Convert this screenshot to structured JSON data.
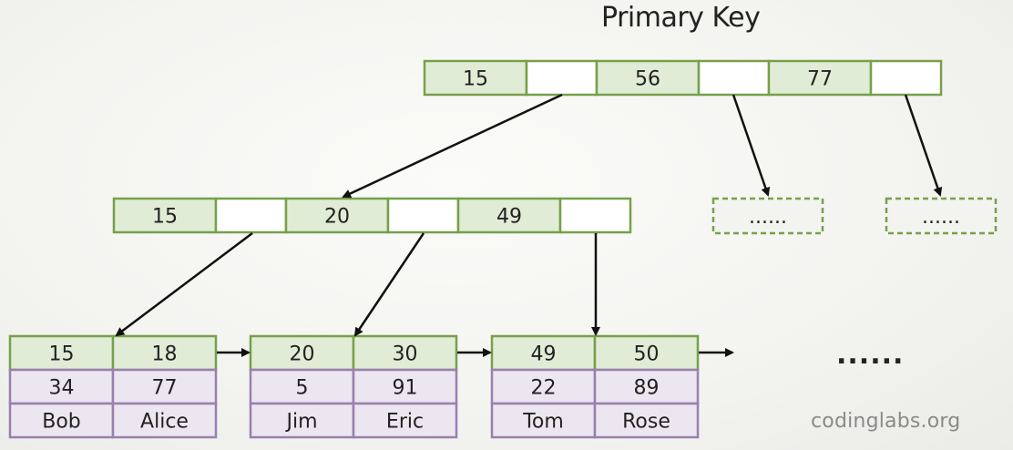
{
  "title": "Primary Key",
  "watermark": "codinglabs.org",
  "ellipsis": "......",
  "placeholder": "......",
  "root_keys": [
    "15",
    "56",
    "77"
  ],
  "internal_keys": [
    "15",
    "20",
    "49"
  ],
  "leaves": [
    {
      "keys": [
        "15",
        "18"
      ],
      "values": [
        "34",
        "77"
      ],
      "names": [
        "Bob",
        "Alice"
      ]
    },
    {
      "keys": [
        "20",
        "30"
      ],
      "values": [
        "5",
        "91"
      ],
      "names": [
        "Jim",
        "Eric"
      ]
    },
    {
      "keys": [
        "49",
        "50"
      ],
      "values": [
        "22",
        "89"
      ],
      "names": [
        "Tom",
        "Rose"
      ]
    }
  ],
  "colors": {
    "key_fill": "#e1ecd6",
    "key_border": "#77a04a",
    "pointer_fill": "#ffffff",
    "value_fill": "#ebe6ef",
    "value_border": "#9a7fb0",
    "arrow": "#111111"
  }
}
